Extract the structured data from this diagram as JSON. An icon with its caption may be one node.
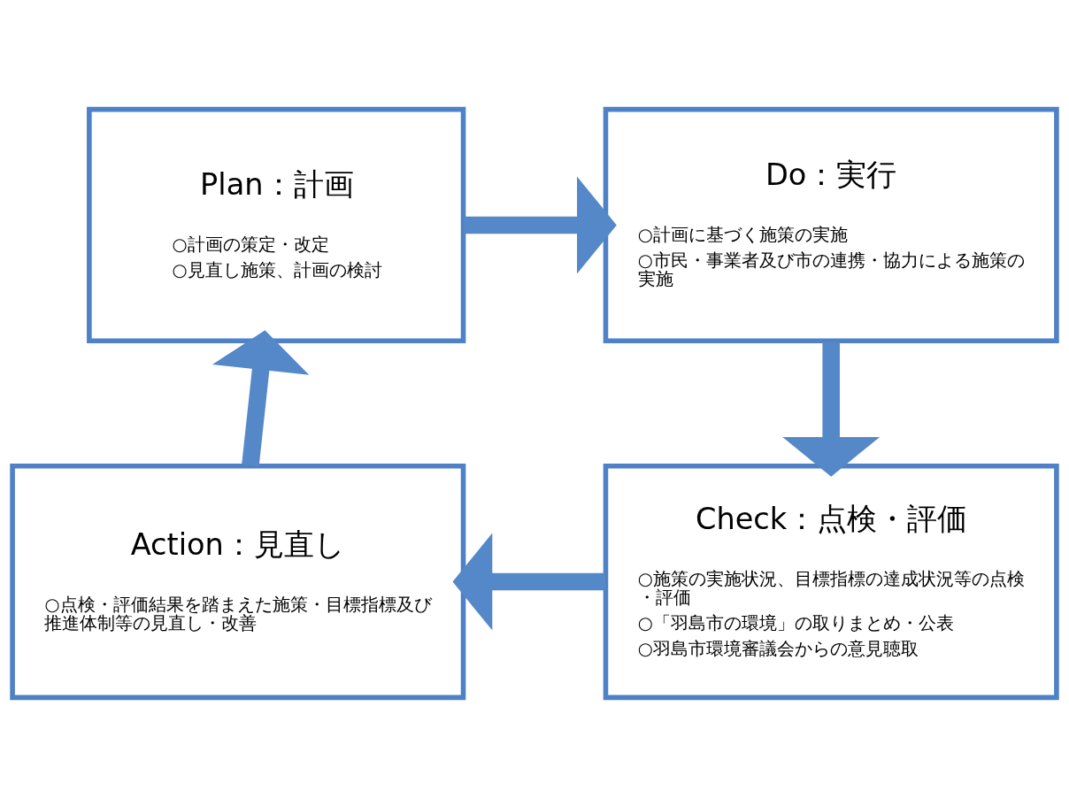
{
  "diagram": {
    "nodes": [
      {
        "text": [
          "Plan：計画",
          "○計画の策定・改定",
          "○見直し施策、計画の検討"
        ]
      },
      {
        "text": [
          "Do：実行",
          "○計画に基づく施策の実施",
          "○市民・事業者及び市の連携・協力による施策の実施"
        ]
      },
      {
        "text": [
          "Check：点検・評価",
          "○施策の実施状況、目標指標の達成状況等の点検・評価",
          "○「羽島市の環境」の取りまとめ・公表",
          "○羽島市環境審議会からの意見聴取"
        ]
      },
      {
        "text": [
          "Action：見直し",
          "○点検・評価結果を踏まえた施策・目標指標及び推進体制等の見直し・改善"
        ]
      }
    ],
    "edges": [
      {
        "from": 0,
        "to": 1,
        "arrow": "to"
      },
      {
        "from": 1,
        "to": 2,
        "arrow": "to"
      },
      {
        "from": 2,
        "to": 3,
        "arrow": "to"
      },
      {
        "from": 3,
        "to": 0,
        "arrow": "to"
      }
    ]
  }
}
